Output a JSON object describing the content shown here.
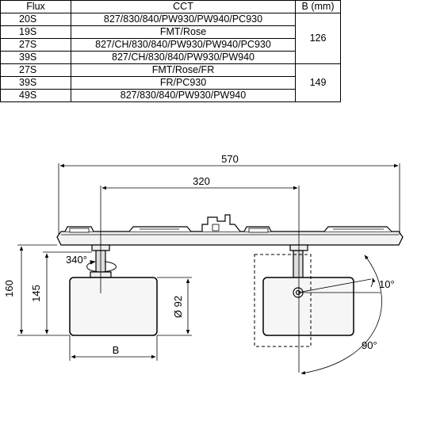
{
  "table": {
    "headers": {
      "flux": "Flux",
      "cct": "CCT",
      "b": "B (mm)"
    },
    "rows": [
      {
        "flux": "20S",
        "cct": "827/830/840/PW930/PW940/PC930"
      },
      {
        "flux": "19S",
        "cct": "FMT/Rose"
      },
      {
        "flux": "27S",
        "cct": "827/CH/830/840/PW930/PW940/PC930"
      },
      {
        "flux": "39S",
        "cct": "827/CH/830/840/PW930/PW940"
      },
      {
        "flux": "27S",
        "cct": "FMT/Rose/FR"
      },
      {
        "flux": "39S",
        "cct": "FR/PC930"
      },
      {
        "flux": "49S",
        "cct": "827/830/840/PW930/PW940"
      }
    ],
    "b_groups": [
      "126",
      "149"
    ]
  },
  "dimensions": {
    "total_length": "570",
    "spacing": "320",
    "height_total": "160",
    "height_body": "145",
    "diameter": "Ø 92",
    "width": "B",
    "rotation": "340°",
    "tilt_small": "10°",
    "tilt_large": "90°"
  }
}
